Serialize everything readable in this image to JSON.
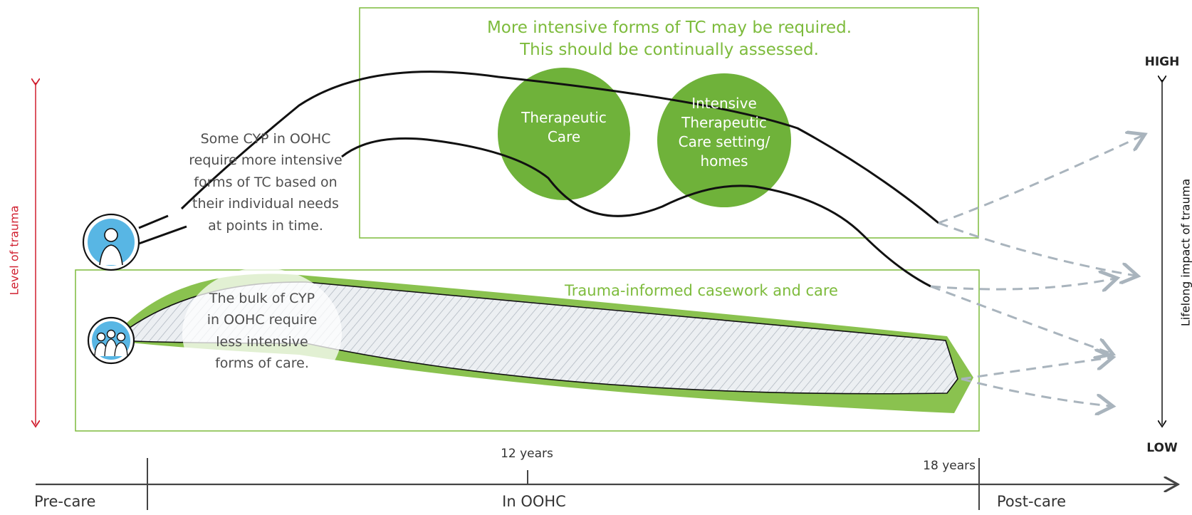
{
  "top_box": {
    "line1": "More intensive forms of TC may be required.",
    "line2": "This should be continually assessed."
  },
  "circles": {
    "therapeutic": [
      "Therapeutic",
      "Care"
    ],
    "intensive": [
      "Intensive",
      "Therapeutic",
      "Care setting/",
      "homes"
    ]
  },
  "notes": {
    "some": [
      "Some CYP in OOHC",
      "require more intensive",
      "forms of TC based on",
      "their individual needs",
      "at points in time."
    ],
    "bulk": [
      "The bulk of CYP",
      "in OOHC require",
      "less intensive",
      "forms of care."
    ]
  },
  "bottom_box": {
    "title": "Trauma-informed casework and care"
  },
  "left_axis": {
    "label": "Level of trauma"
  },
  "right_axis": {
    "label": "Lifelong impact of trauma",
    "high": "HIGH",
    "low": "LOW"
  },
  "timeline": {
    "tick_12": "12 years",
    "tick_18": "18 years",
    "pre": "Pre-care",
    "in": "In OOHC",
    "post": "Post-care"
  },
  "icons": {
    "single": "person-icon",
    "group": "group-icon"
  },
  "colors": {
    "green": "#7dbb3c",
    "dark_green": "#5aa32c",
    "red": "#d01f2f",
    "blue": "#58b6e4",
    "grey_arrow": "#a9b4bd",
    "line": "#111111"
  }
}
